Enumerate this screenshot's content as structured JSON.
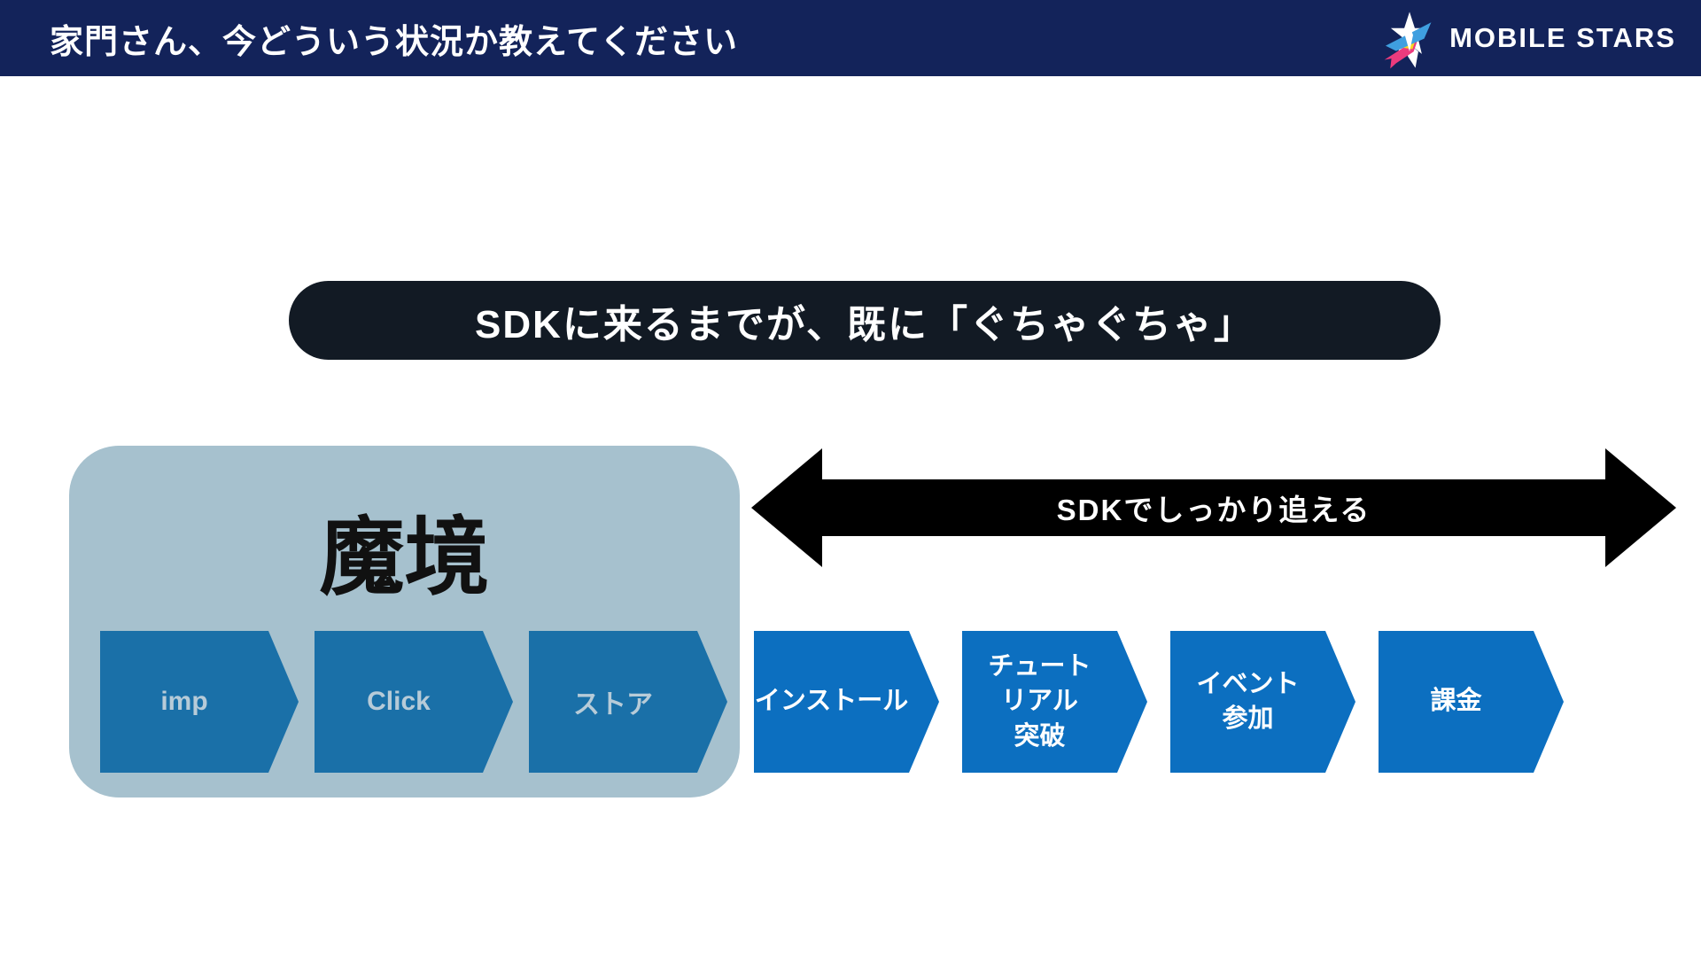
{
  "colors": {
    "header-bg": "#13235a",
    "header-text": "#ffffff",
    "callout-bg": "#121a24",
    "callout-text": "#ffffff",
    "zone-bg": "#a6c1ce",
    "zone-title-text": "#111111",
    "muted-step-bg": "#1a70a8",
    "muted-step-text": "#b7cbd8",
    "bright-step-bg": "#0c6fc0",
    "bright-step-text": "#ffffff",
    "sdk-arrow-bg": "#000000",
    "sdk-arrow-text": "#ffffff",
    "logo-star-blue": "#3f9fe0",
    "logo-star-pink": "#ec3b7d",
    "logo-star-yellow": "#f7d722",
    "logo-star-white": "#ffffff"
  },
  "header": {
    "title": "家門さん、今どういう状況か教えてください",
    "logo": {
      "text": "MOBILE STARS",
      "icon": "shooting-star"
    }
  },
  "callout": {
    "text": "SDKに来るまでが、既に「ぐちゃぐちゃ」"
  },
  "untracked_zone": {
    "title": "魔境",
    "steps": [
      {
        "label": "imp"
      },
      {
        "label": "Click"
      },
      {
        "label": "ストア"
      }
    ]
  },
  "tracked_range": {
    "label": "SDKでしっかり追える"
  },
  "tracked_steps": [
    {
      "label": "インストール"
    },
    {
      "label": "チュート\nリアル\n突破"
    },
    {
      "label": "イベント\n参加"
    },
    {
      "label": "課金"
    }
  ]
}
